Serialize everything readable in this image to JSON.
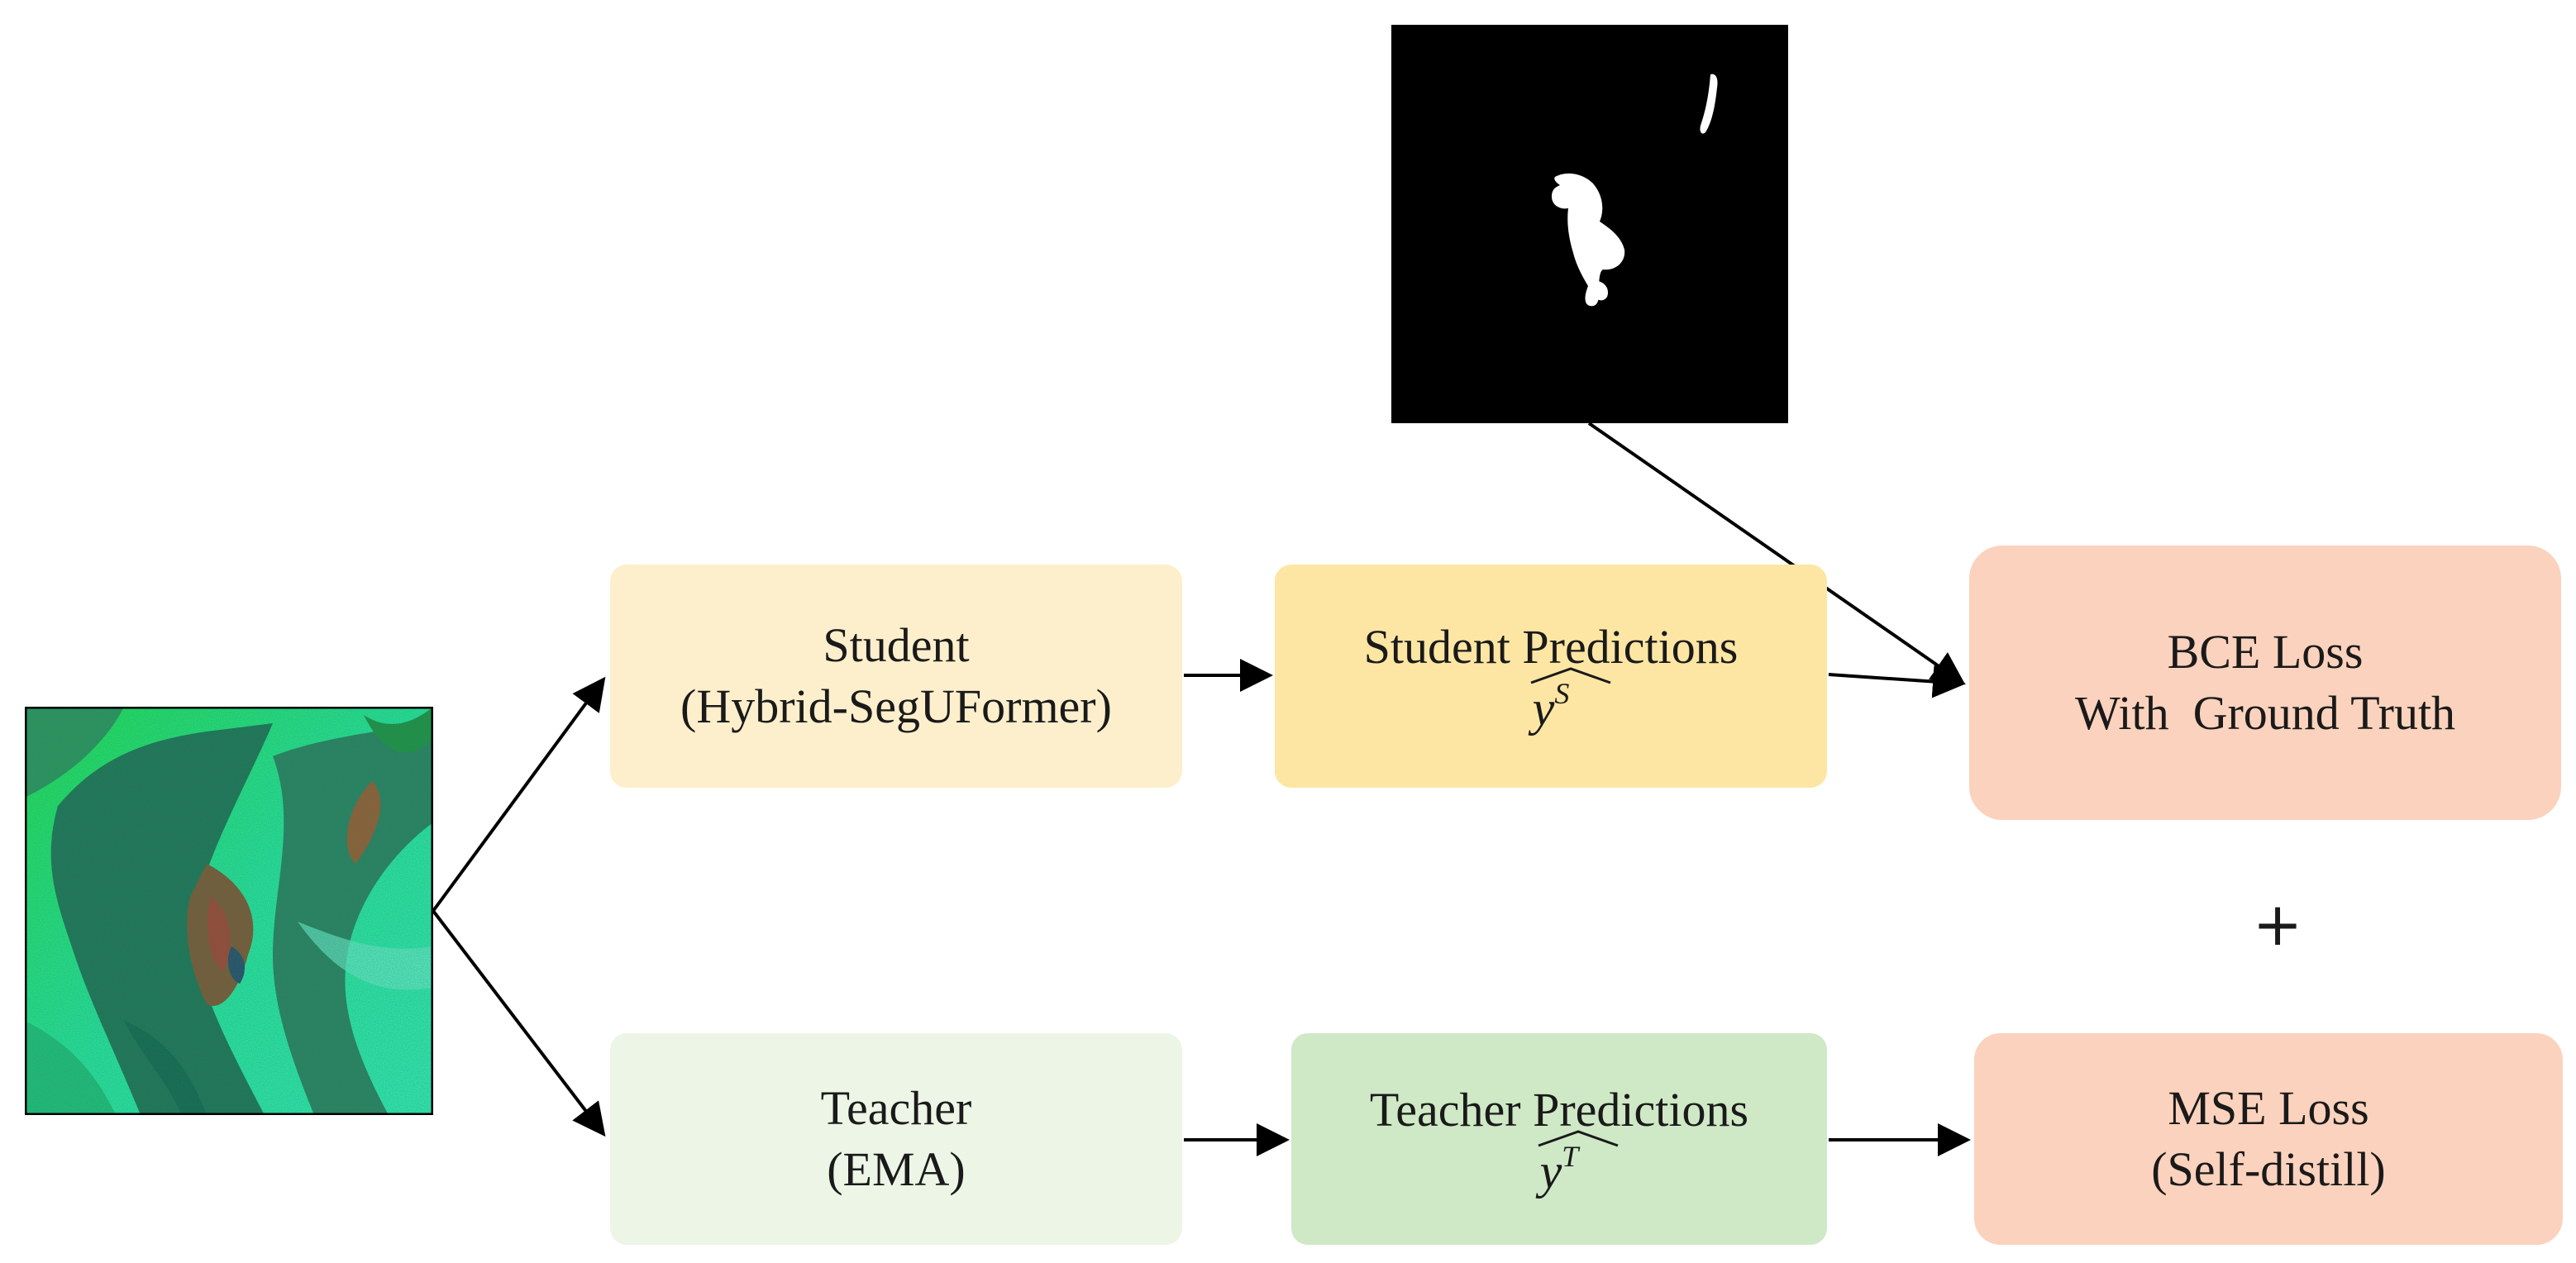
{
  "nodes": {
    "student": {
      "line1": "Student",
      "line2": "(Hybrid-SegUFormer)"
    },
    "student_predictions": {
      "label": "Student Predictions",
      "symbol_base": "y",
      "symbol_sup": "S"
    },
    "teacher": {
      "line1": "Teacher",
      "line2": "(EMA)"
    },
    "teacher_predictions": {
      "label": "Teacher Predictions",
      "symbol_base": "y",
      "symbol_sup": "T"
    },
    "bce_loss": {
      "line1": "BCE Loss",
      "line2": "With  Ground Truth"
    },
    "mse_loss": {
      "line1": "MSE Loss",
      "line2": "(Self-distill)"
    }
  },
  "combine_symbol": "+",
  "colors": {
    "student": "#fdefcc",
    "student_predictions": "#fde6a3",
    "teacher": "#edf5e6",
    "teacher_predictions": "#cfe8c6",
    "loss": "#fbd2bd",
    "arrow": "#000000"
  },
  "images": {
    "input": "input-seismic-image",
    "ground_truth": "ground-truth-mask-image"
  }
}
